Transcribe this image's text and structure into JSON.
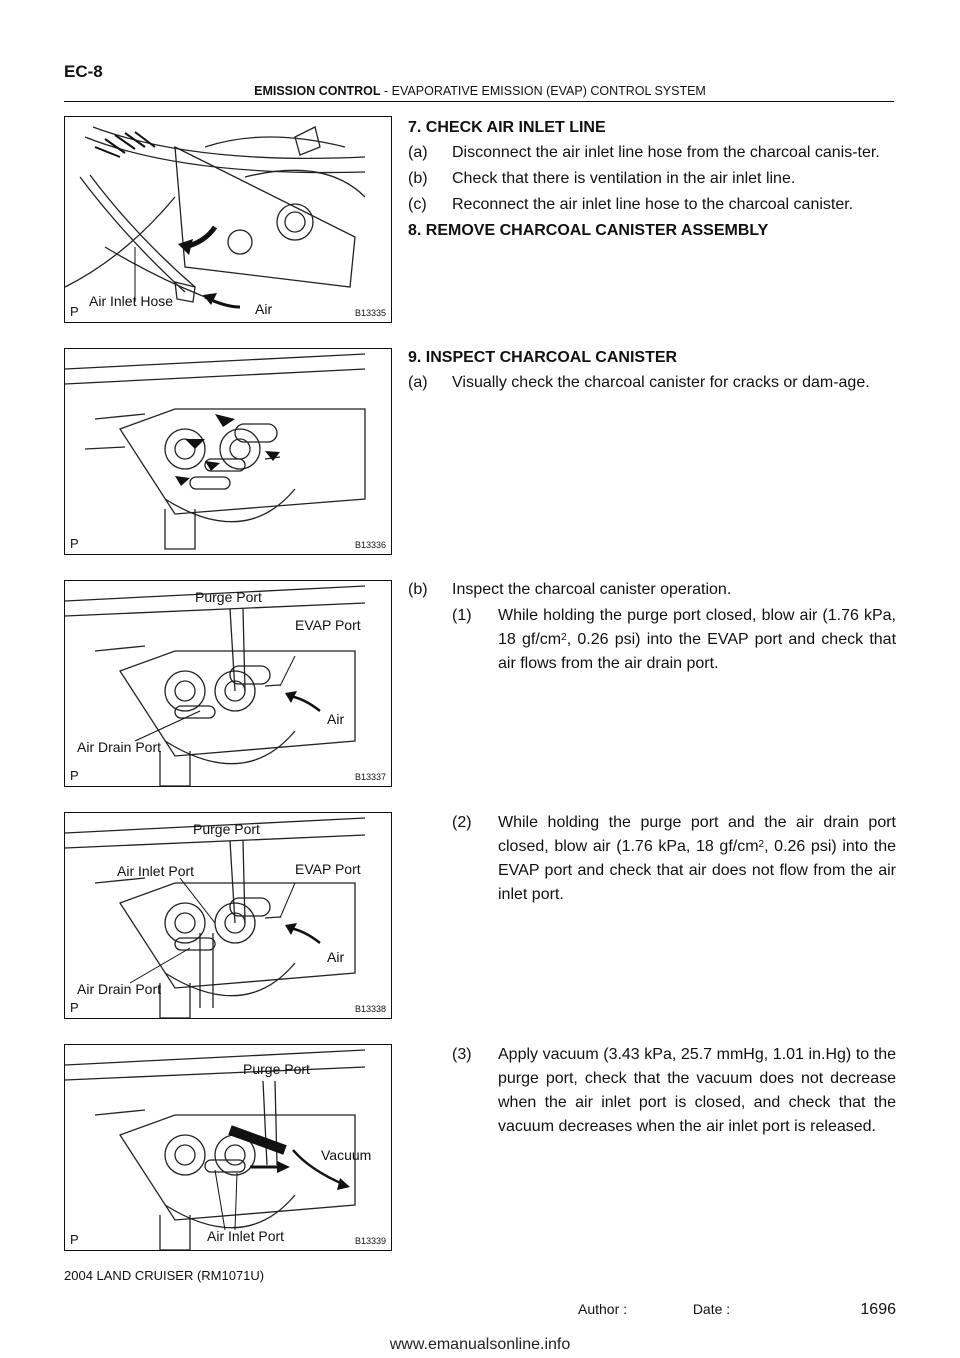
{
  "header": {
    "page_code": "EC-8",
    "section": "EMISSION CONTROL",
    "separator": "-",
    "subsection": "EVAPORATIVE EMISSION (EVAP) CONTROL SYSTEM"
  },
  "figures": [
    {
      "code": "B13335",
      "p": "P",
      "labels": [
        "Air Inlet Hose",
        "Air"
      ]
    },
    {
      "code": "B13336",
      "p": "P",
      "labels": []
    },
    {
      "code": "B13337",
      "p": "P",
      "labels": [
        "Purge Port",
        "EVAP Port",
        "Air",
        "Air Drain Port"
      ]
    },
    {
      "code": "B13338",
      "p": "P",
      "labels": [
        "Purge Port",
        "Air Inlet Port",
        "EVAP Port",
        "Air",
        "Air Drain Port"
      ]
    },
    {
      "code": "B13339",
      "p": "P",
      "labels": [
        "Purge Port",
        "Vacuum",
        "Air Inlet Port"
      ]
    }
  ],
  "steps": {
    "s7": {
      "title": "7.   CHECK AIR INLET LINE",
      "items": [
        {
          "n": "(a)",
          "t": "Disconnect the air inlet line hose from the charcoal canis-ter."
        },
        {
          "n": "(b)",
          "t": "Check that there is ventilation in the air inlet line."
        },
        {
          "n": "(c)",
          "t": "Reconnect the air inlet line hose to the charcoal canister."
        }
      ]
    },
    "s8": {
      "title": "8.   REMOVE CHARCOAL CANISTER ASSEMBLY"
    },
    "s9": {
      "title": "9.   INSPECT CHARCOAL CANISTER",
      "a": {
        "n": "(a)",
        "t": "Visually check the charcoal canister for cracks or dam-age."
      },
      "b": {
        "n": "(b)",
        "t": "Inspect the charcoal canister operation."
      },
      "b1": {
        "n": "(1)",
        "t1": "While holding the purge port closed, blow air (1.76 kPa, 18 gf/cm",
        "sup": "2",
        "t2": ", 0.26 psi) into the EVAP port and check that air flows from the air drain port."
      },
      "b2": {
        "n": "(2)",
        "t1": "While holding the purge port and the air drain port closed, blow air (1.76 kPa, 18 gf/cm",
        "sup": "2",
        "t2": ", 0.26 psi) into the EVAP port and check that air does not flow from the air inlet port."
      },
      "b3": {
        "n": "(3)",
        "t": "Apply vacuum (3.43 kPa, 25.7 mmHg, 1.01 in.Hg) to the purge port, check that the vacuum does not decrease when the air inlet port is closed, and check that the vacuum decreases when the air inlet port is released."
      }
    }
  },
  "footer": {
    "model": "2004 LAND CRUISER   (RM1071U)",
    "author_label": "Author :",
    "date_label": "Date :",
    "page_number": "1696",
    "site": "www.emanualsonline.info"
  }
}
